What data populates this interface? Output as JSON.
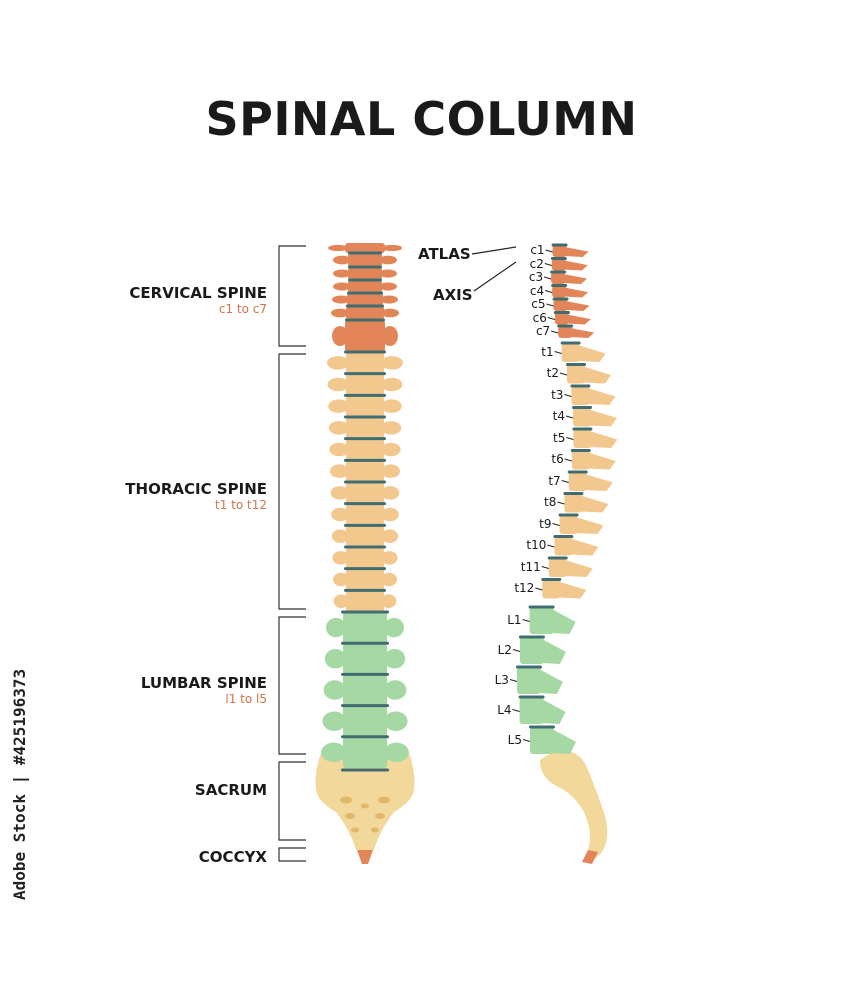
{
  "title": "SPINAL COLUMN",
  "regions": [
    {
      "id": "cervical",
      "label": "CERVICAL SPINE",
      "sub": "c1 to c7"
    },
    {
      "id": "thoracic",
      "label": "THORACIC SPINE",
      "sub": "t1 to t12"
    },
    {
      "id": "lumbar",
      "label": "LUMBAR SPINE",
      "sub": "l1 to l5"
    },
    {
      "id": "sacrum",
      "label": "SACRUM",
      "sub": ""
    },
    {
      "id": "coccyx",
      "label": "COCCYX",
      "sub": ""
    }
  ],
  "callouts": {
    "atlas": "ATLAS",
    "axis": "AXIS"
  },
  "vertebrae": [
    "c1",
    "c2",
    "c3",
    "c4",
    "c5",
    "c6",
    "c7",
    "t1",
    "t2",
    "t3",
    "t4",
    "t5",
    "t6",
    "t7",
    "t8",
    "t9",
    "t10",
    "t11",
    "t12",
    "L1",
    "L2",
    "L3",
    "L4",
    "L5"
  ],
  "colors": {
    "cervical": "#e2865a",
    "thoracic": "#f3c88f",
    "lumbar": "#a6d8a4",
    "sacrum": "#f3d89c",
    "coccyx": "#e2865a",
    "disc": "#3f6d72",
    "label_accent": "#d0734a"
  },
  "watermark": "Adobe Stock | #425196373"
}
